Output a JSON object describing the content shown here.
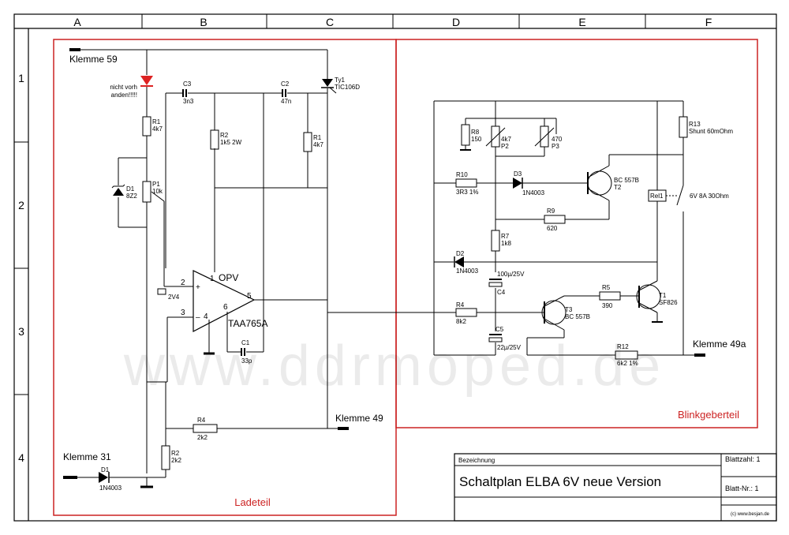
{
  "grid": {
    "columns": [
      "A",
      "B",
      "C",
      "D",
      "E",
      "F"
    ],
    "rows": [
      "1",
      "2",
      "3",
      "4"
    ]
  },
  "sections": {
    "ladeteil": "Ladeteil",
    "blinkgeber": "Blinkgeberteil"
  },
  "terminals": {
    "k59": "Klemme 59",
    "k31": "Klemme 31",
    "k49": "Klemme 49",
    "k49a": "Klemme 49a"
  },
  "notes": {
    "nicht_1": "nicht vorh",
    "nicht_2": "anden!!!!!",
    "v24": "2V4"
  },
  "opamp": {
    "name": "OPV",
    "type": "TAA765A",
    "pin1": "1",
    "pin2": "2",
    "pin3": "3",
    "pin4": "4",
    "pin5": "5",
    "pin6": "6",
    "plus": "+",
    "minus": "–"
  },
  "parts": {
    "C3": "C3",
    "C3v": "3n3",
    "C2": "C2",
    "C2v": "47n",
    "Ty1": "Ty1",
    "Ty1v": "TIC106D",
    "R1a": "R1",
    "R1av": "4k7",
    "R1b": "R1",
    "R1bv": "4k7",
    "R2a": "R2",
    "R2av": "1k5 2W",
    "D1z": "D1",
    "D1zv": "8Z2",
    "P1": "P1",
    "P1v": "10k",
    "C1": "C1",
    "C1v": "33p",
    "R4a": "R4",
    "R4av": "2k2",
    "R2b": "R2",
    "R2bv": "2k2",
    "D1": "D1",
    "D1v": "1N4003",
    "R8": "R8",
    "R8v": "150",
    "P2": "P2",
    "P2v": "4k7",
    "P3": "P3",
    "P3v": "470",
    "R13": "R13",
    "R13v": "Shunt 60mOhm",
    "R10": "R10",
    "R10v": "3R3 1%",
    "D3": "D3",
    "D3v": "1N4003",
    "T2": "T2",
    "T2v": "BC 557B",
    "Rel": "Rel1",
    "Relv": "6V 8A 30Ohm",
    "R9": "R9",
    "R9v": "620",
    "R7": "R7",
    "R7v": "1k8",
    "D2": "D2",
    "D2v": "1N4003",
    "C4": "C4",
    "C4v": "100µ/25V",
    "R5": "R5",
    "R5v": "390",
    "T1": "T1",
    "T1v": "SF826",
    "R4b": "R4",
    "R4bv": "8k2",
    "T3": "T3",
    "T3v": "BC 557B",
    "C5": "C5",
    "C5v": "22µ/25V",
    "R12": "R12",
    "R12v": "6k2 1%"
  },
  "titleblock": {
    "label": "Bezeichnung",
    "title": "Schaltplan ELBA 6V neue Version",
    "sheets": "Blattzahl: 1",
    "sheetno": "Blatt-Nr.: 1",
    "copyright": "(c) www.besjan.de"
  },
  "watermark": "www.ddrmoped.de",
  "colors": {
    "section_border": "#cc2222",
    "line": "#000000"
  }
}
